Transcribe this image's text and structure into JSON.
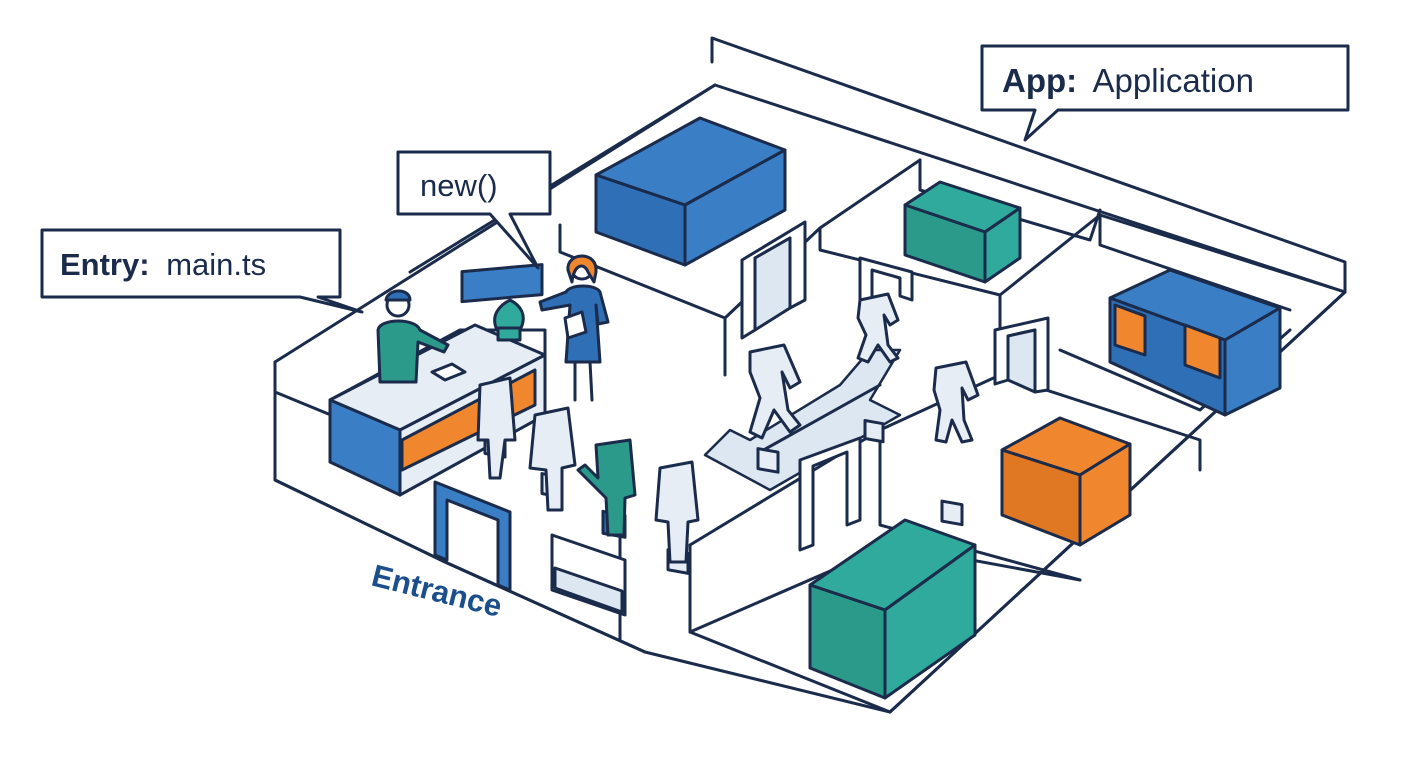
{
  "callouts": {
    "entry": {
      "label": "Entry:",
      "value": "main.ts"
    },
    "constructor": {
      "value": "new()"
    },
    "app": {
      "label": "App:",
      "value": "Application"
    }
  },
  "floor": {
    "entrance_label": "Entrance"
  },
  "colors": {
    "outline": "#1b2b4b",
    "blue": "#3a7ec6",
    "teal": "#2faa9c",
    "orange": "#f0862e",
    "floor": "#ffffff",
    "path": "#dde7f1",
    "person_neutral": "#e6edf4",
    "person_teal": "#2b9a8a",
    "person_blue": "#2f6fb5"
  }
}
